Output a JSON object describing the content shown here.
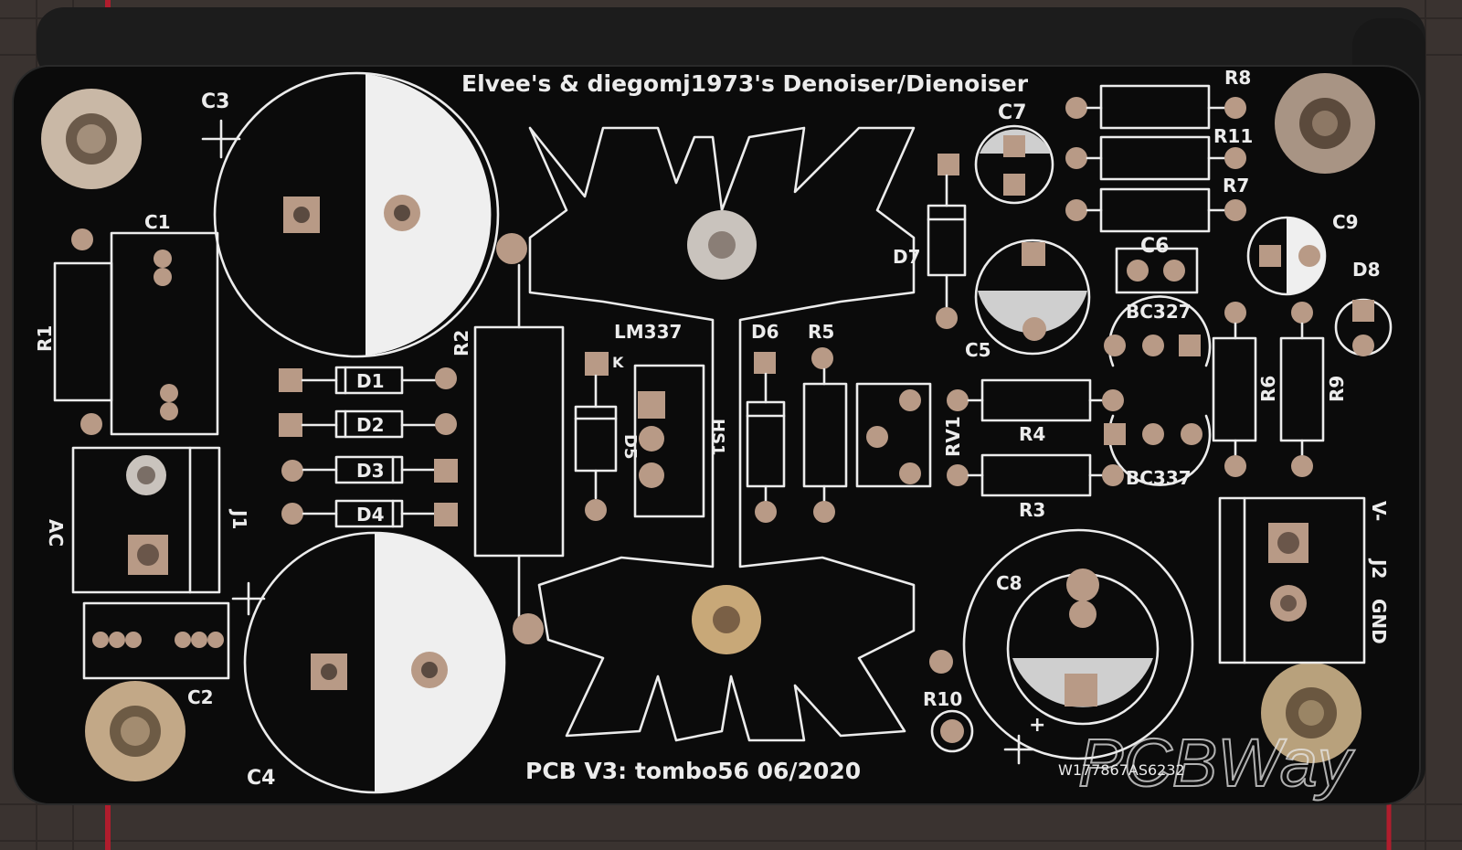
{
  "board": {
    "title": "Elvee's & diegomj1973's Denoiser/Dienoiser",
    "footer": "PCB V3: tombo56 06/2020",
    "order_code": "W177867AS6232",
    "manufacturer_watermark": "PCBWay",
    "colors": {
      "solder_mask": "#0b0b0b",
      "silkscreen": "#ececec",
      "pad": "#b89a86",
      "mat": "#3a3330"
    }
  },
  "components": {
    "c1": "C1",
    "c2": "C2",
    "c3": "C3",
    "c4": "C4",
    "c5": "C5",
    "c6": "C6",
    "c7": "C7",
    "c8": "C8",
    "c9": "C9",
    "r1": "R1",
    "r2": "R2",
    "r3": "R3",
    "r4": "R4",
    "r5": "R5",
    "r6": "R6",
    "r7": "R7",
    "r8": "R8",
    "r9": "R9",
    "r10": "R10",
    "r11": "R11",
    "d1": "D1",
    "d2": "D2",
    "d3": "D3",
    "d4": "D4",
    "d5": "D5",
    "d6": "D6",
    "d7": "D7",
    "d8": "D8",
    "lm337": "LM337",
    "k": "K",
    "hs1": "HS1",
    "rv1": "RV1",
    "bc327": "BC327",
    "bc337": "BC337",
    "j1": "J1",
    "j2": "J2",
    "ac": "AC",
    "v_minus": "V-",
    "gnd": "GND",
    "plus": "+"
  }
}
